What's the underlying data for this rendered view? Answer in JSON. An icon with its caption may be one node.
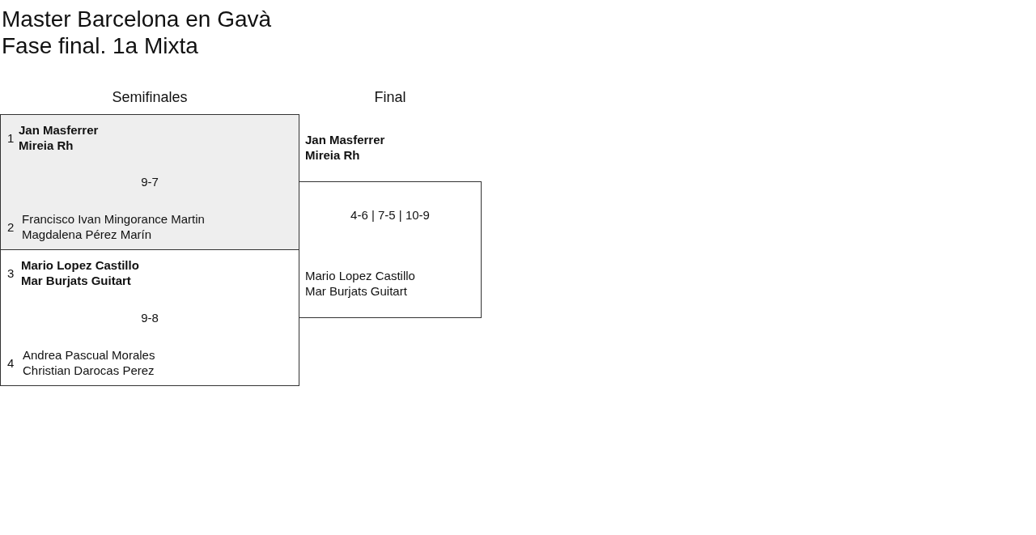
{
  "diagram": {
    "title": "Master Barcelona en Gavà",
    "nodes": [
      {
        "text": [
          "1",
          "Jan Masferrer Mireia Rh",
          "9-7",
          "2",
          "Francisco Ivan Mingorance Martin Magdalena Pérez Marín"
        ]
      },
      {
        "text": [
          "3",
          "Mario Lopez Castillo Mar Burjats Guitart",
          "9-8",
          "4",
          "Andrea Pascual Morales Christian Darocas Perez"
        ]
      },
      {
        "text": [
          "Jan Masferrer Mireia Rh",
          "4-6 | 7-5 | 10-9",
          "Mario Lopez Castillo Mar Burjats Guitart"
        ]
      }
    ],
    "labels": [
      "Fase final. 1a Mixta",
      "Semifinales",
      "Final"
    ]
  }
}
